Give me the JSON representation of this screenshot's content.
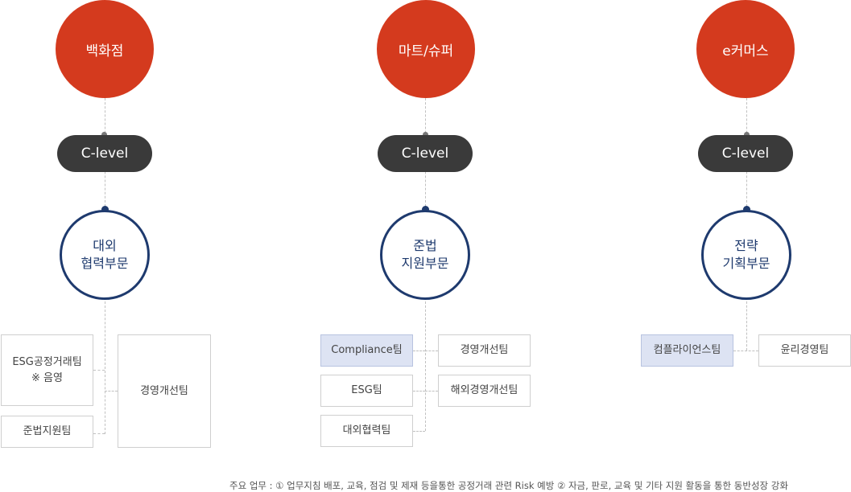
{
  "columns": [
    {
      "channel": "백화점",
      "c_level": "C-level",
      "division_line1": "대외",
      "division_line2": "협력부문",
      "teams": {
        "esg_trade_line1": "ESG공정거래팀",
        "esg_trade_line2": "※ 음영",
        "compliance_support": "준법지원팀",
        "management_improvement": "경영개선팀"
      }
    },
    {
      "channel": "마트/슈퍼",
      "c_level": "C-level",
      "division_line1": "준법",
      "division_line2": "지원부문",
      "teams": {
        "compliance": "Compliance팀",
        "esg": "ESG팀",
        "external_cooperation": "대외협력팀",
        "management_improvement": "경영개선팀",
        "overseas_management_improvement": "해외경영개선팀"
      }
    },
    {
      "channel": "e커머스",
      "c_level": "C-level",
      "division_line1": "전략",
      "division_line2": "기획부문",
      "teams": {
        "compliance": "컴플라이언스팀",
        "ethics_management": "윤리경영팀"
      }
    }
  ],
  "footnote": "주요 업무 : ① 업무지침 배포, 교육, 점검 및 제재 등을통한 공정거래 관련 Risk 예방 ② 자금, 판로, 교육 및 기타 지원 활동을 통한 동반성장 강화",
  "colors": {
    "channel_red": "#d43a1e",
    "c_level_dark": "#3a3a3a",
    "division_navy": "#1e3a6e",
    "highlight_team": "#dde3f3"
  }
}
